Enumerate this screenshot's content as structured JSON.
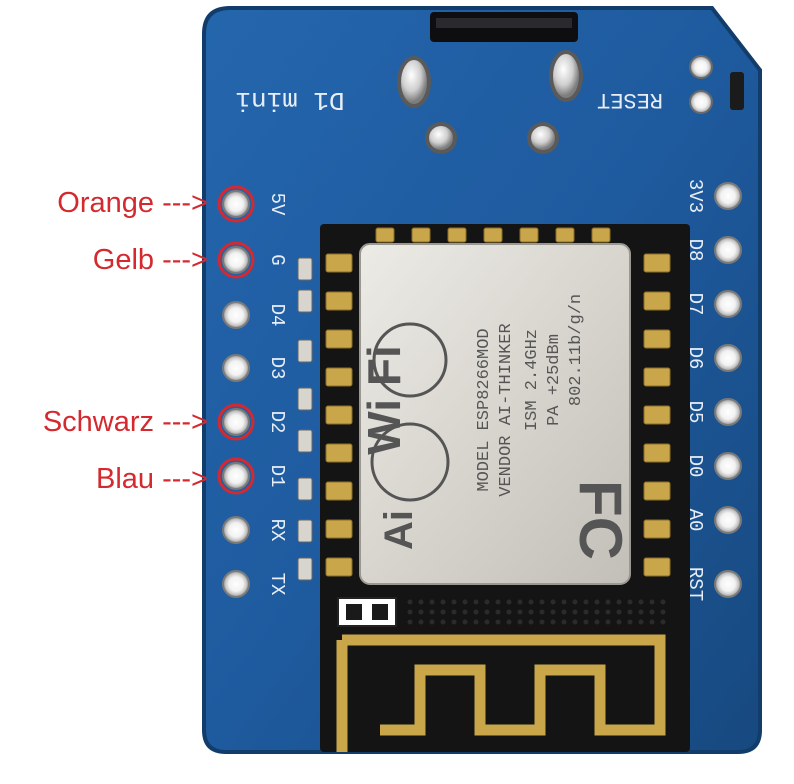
{
  "colors": {
    "board_blue": "#1e5a9e",
    "board_edge": "#164678",
    "silkscreen": "#e9eef6",
    "pad_gold": "#c9a64a",
    "shield_silver": "#d9d6cf",
    "module_black": "#141414",
    "label_red": "#d42a2f"
  },
  "board": {
    "name_text": "D1 mini",
    "reset_text": "RESET",
    "left_pins": [
      "5V",
      "G",
      "D4",
      "D3",
      "D2",
      "D1",
      "RX",
      "TX"
    ],
    "right_pins": [
      "3V3",
      "D8",
      "D7",
      "D6",
      "D5",
      "D0",
      "A0",
      "RST"
    ]
  },
  "module": {
    "model": "MODEL ESP8266MOD",
    "vendor": "VENDOR AI-THINKER",
    "ism": "ISM 2.4GHz",
    "pa": "PA +25dBm",
    "standard": "802.11b/g/n",
    "wifi_logo": "Wi Fi",
    "ai_logo": "Ai",
    "fcc_logo": "FC"
  },
  "labels": {
    "orange": "Orange --->",
    "gelb": "Gelb --->",
    "schwarz": "Schwarz --->",
    "blau": "Blau --->"
  }
}
